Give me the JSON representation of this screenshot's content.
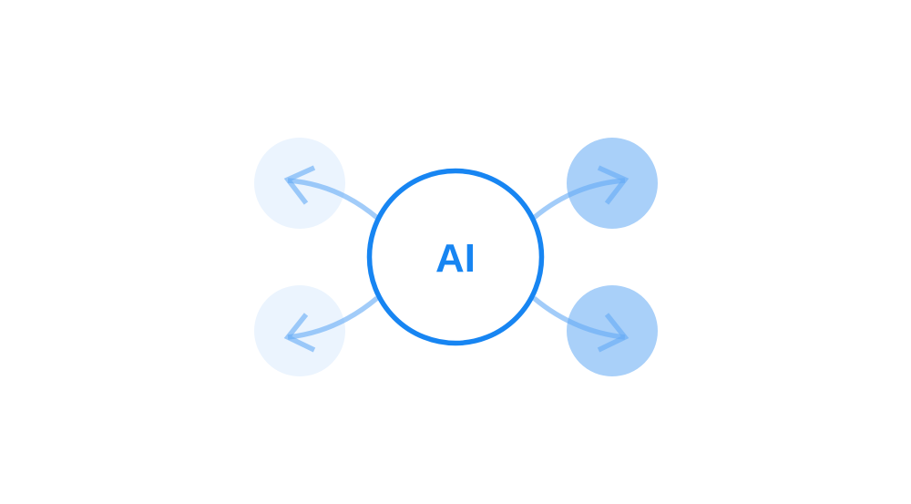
{
  "center_label": "AI",
  "colors": {
    "primary": "#1785f2",
    "input_node": "#ebf4fe",
    "output_node": "#a9d0f9",
    "arrow": "#64aaf5"
  },
  "nodes": [
    {
      "role": "input",
      "direction": "left",
      "icon": "arrow-left-icon"
    },
    {
      "role": "input",
      "direction": "left",
      "icon": "arrow-left-icon"
    },
    {
      "role": "output",
      "direction": "right",
      "icon": "arrow-right-icon"
    },
    {
      "role": "output",
      "direction": "right",
      "icon": "arrow-right-icon"
    }
  ]
}
